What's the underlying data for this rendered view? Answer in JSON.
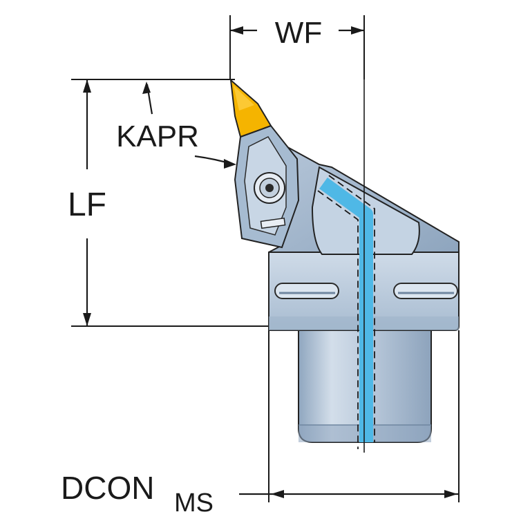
{
  "labels": {
    "wf": "WF",
    "lf": "LF",
    "kapr": "KAPR",
    "dcon_main": "DCON",
    "dcon_sub": "MS"
  },
  "colors": {
    "insert": "#F5B400",
    "body_light": "#C9D7E6",
    "body_mid": "#A9BDD2",
    "body_dark": "#7F97B0",
    "coolant": "#4FB8E6",
    "shank": "#B4C4D8",
    "line": "#1a1a1a"
  },
  "icons": {
    "insert": "cutting-insert",
    "screw": "clamp-screw-icon",
    "coupling": "coupling-shank"
  }
}
